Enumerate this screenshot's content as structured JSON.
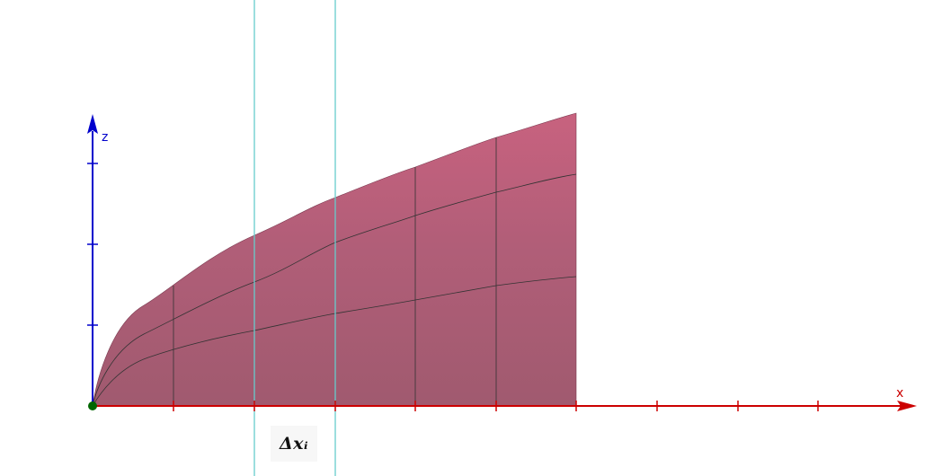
{
  "axes": {
    "x_label": "x",
    "z_label": "z"
  },
  "annotation": {
    "label": "Δxᵢ"
  },
  "colors": {
    "surface_top": "#c8627f",
    "surface_bottom": "#a05a6f",
    "x_axis": "#cc0000",
    "z_axis": "#0000cc",
    "strip_lines": "#66cccc",
    "origin_point": "#006600",
    "mesh_lines": "#333333"
  }
}
